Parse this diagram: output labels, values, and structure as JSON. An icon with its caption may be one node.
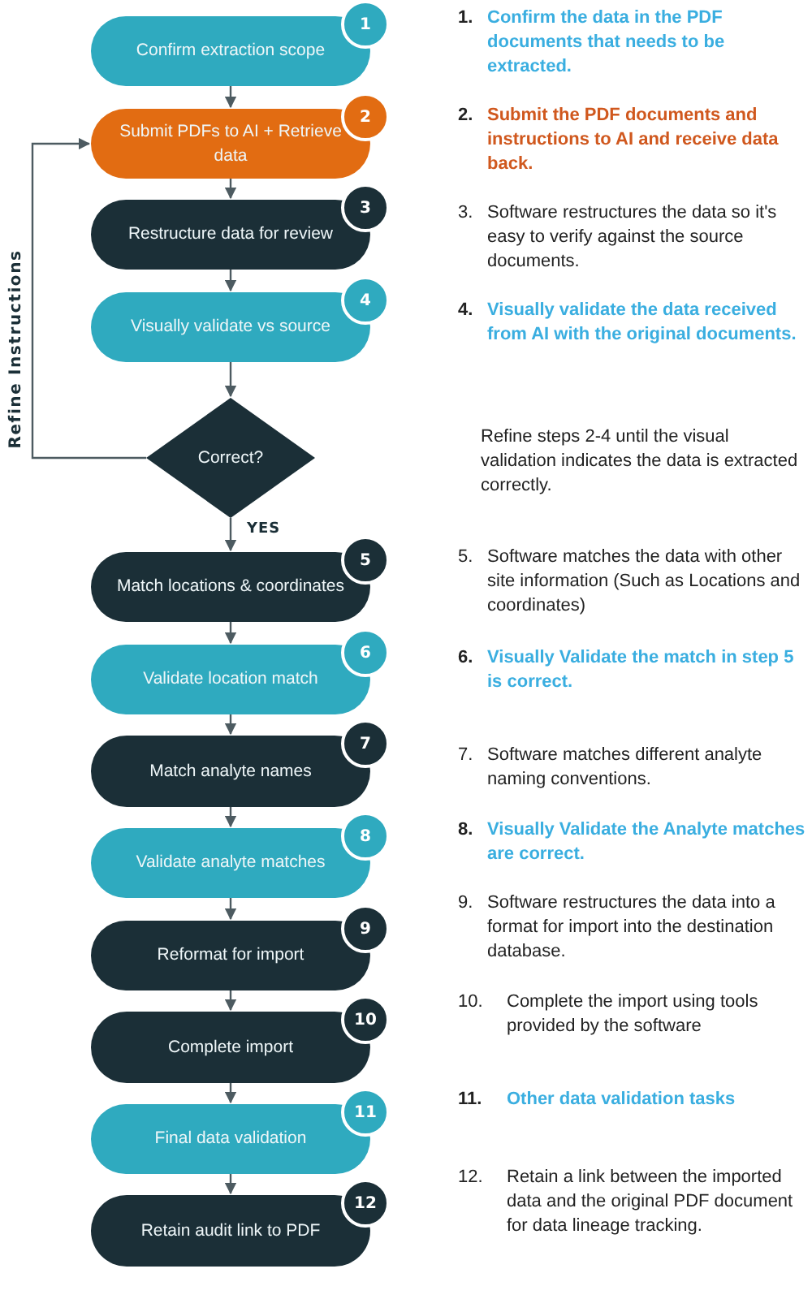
{
  "diagram": {
    "nodes": [
      {
        "text": [
          "Confirm extraction scope",
          "1"
        ],
        "beside": [
          "1.",
          "Confirm the data in the PDF documents that needs to be extracted."
        ]
      },
      {
        "text": [
          "Submit PDFs to AI + Retrieve data",
          "2"
        ],
        "beside": [
          "2.",
          "Submit the PDF documents and instructions to AI and receive data back."
        ]
      },
      {
        "text": [
          "Restructure data for review",
          "3"
        ],
        "beside": [
          "3.",
          "Software restructures the data so it's easy to verify against the source documents."
        ]
      },
      {
        "text": [
          "Visually validate vs source",
          "4"
        ],
        "beside": [
          "4.",
          "Visually validate the data received from AI with the original documents."
        ]
      },
      {
        "text": [
          "Correct?"
        ]
      },
      {
        "text": [
          "Match locations & coordinates",
          "5"
        ],
        "beside": [
          "5.",
          "Software matches the data with other site information (Such as Locations and coordinates)"
        ]
      },
      {
        "text": [
          "Validate location match",
          "6"
        ],
        "beside": [
          "6.",
          "Visually Validate the match in step 5 is correct."
        ]
      },
      {
        "text": [
          "Match analyte names",
          "7"
        ],
        "beside": [
          "7.",
          "Software matches different analyte naming conventions."
        ]
      },
      {
        "text": [
          "Validate analyte matches",
          "8"
        ],
        "beside": [
          "8.",
          "Visually Validate the Analyte matches are correct."
        ]
      },
      {
        "text": [
          "Reformat for import",
          "9"
        ],
        "beside": [
          "9.",
          "Software restructures the data into a format for import into the destination database."
        ]
      },
      {
        "text": [
          "Complete import",
          "10"
        ],
        "beside": [
          "10.",
          "Complete the import using tools provided by the software"
        ]
      },
      {
        "text": [
          "Final data validation",
          "11"
        ],
        "beside": [
          "11.",
          "Other data validation tasks"
        ]
      },
      {
        "text": [
          "Retain audit link to PDF",
          "12"
        ],
        "beside": [
          "12.",
          "Retain a link between the imported data and the original PDF document for data lineage tracking."
        ]
      }
    ],
    "edges": [
      {
        "from": 0,
        "to": 1,
        "arrow": "to"
      },
      {
        "from": 1,
        "to": 2,
        "arrow": "to"
      },
      {
        "from": 2,
        "to": 3,
        "arrow": "to"
      },
      {
        "from": 3,
        "to": 4,
        "arrow": "to"
      },
      {
        "from": 4,
        "to": 5,
        "arrow": "to",
        "label": "YES"
      },
      {
        "from": 4,
        "to": 1,
        "arrow": "to",
        "label": "Refine Instructions"
      },
      {
        "from": 5,
        "to": 6,
        "arrow": "to"
      },
      {
        "from": 6,
        "to": 7,
        "arrow": "to"
      },
      {
        "from": 7,
        "to": 8,
        "arrow": "to"
      },
      {
        "from": 8,
        "to": 9,
        "arrow": "to"
      },
      {
        "from": 9,
        "to": 10,
        "arrow": "to"
      },
      {
        "from": 10,
        "to": 11,
        "arrow": "to"
      },
      {
        "from": 11,
        "to": 12,
        "arrow": "to"
      }
    ],
    "labels": [
      "Refine steps 2-4 until the visual validation indicates the data is extracted correctly."
    ]
  }
}
